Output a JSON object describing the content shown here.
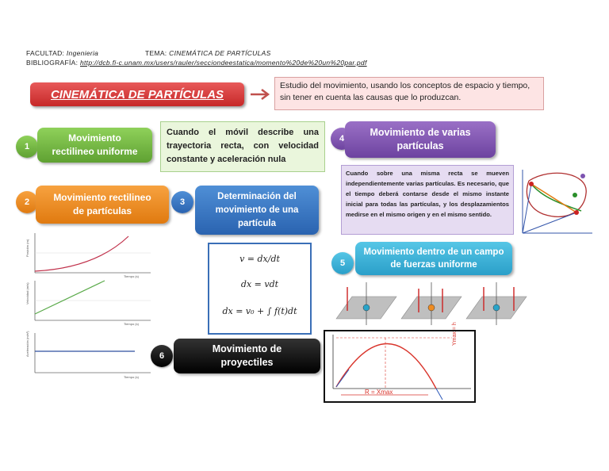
{
  "header": {
    "faculty_label": "FACULTAD:",
    "faculty_value": "Ingenieria",
    "topic_label": "TEMA:",
    "topic_value": "CINEMÁTICA DE PARTÍCULAS",
    "bibliography_label": "BIBLIOGRAFÍA:",
    "bibliography_url": "http://dcb.fi-c.unam.mx/users/rauler/secciondeestatica/momento%20de%20un%20par.pdf"
  },
  "title": "CINEMÁTICA DE PARTÍCULAS",
  "definition": "Estudio del movimiento, usando los conceptos de espacio y tiempo, sin tener en cuenta las causas que lo produzcan.",
  "nodes": [
    {
      "number": "1",
      "label": "Movimiento rectilineo uniforme"
    },
    {
      "number": "2",
      "label": "Movimiento rectilineo de partículas"
    },
    {
      "number": "3",
      "label": "Determinación del movimiento de una partícula"
    },
    {
      "number": "4",
      "label": "Movimiento de varias partículas"
    },
    {
      "number": "5",
      "label": "Movimiento dentro de un campo de fuerzas uniforme"
    },
    {
      "number": "6",
      "label": "Movimiento de proyectiles"
    }
  ],
  "node1_description": "Cuando el móvil describe una trayectoria recta, con velocidad constante y aceleración nula",
  "node4_description": "Cuando sobre una misma recta se mueven independientemente varias partículas. Es necesario, que el tiempo deberá contarse desde el mismo instante inicial para todas las partículas, y los desplazamientos medirse en el mismo origen y en el mismo sentido.",
  "graphs": {
    "position_ylabel": "Posición (m)",
    "velocity_ylabel": "Velocidad (m/s)",
    "acceleration_ylabel": "Aceleración (m/s²)",
    "xlabel": "Tiempo (s)"
  },
  "formulas": {
    "f1": "v = dx/dt",
    "f2": "dx = vdt",
    "f3": "dx = v₀ + ∫ f(t)dt"
  },
  "projectile": {
    "range_label": "R = Xmax",
    "height_label": "Ymax = h"
  },
  "colors": {
    "title_red": "#c62828",
    "green": "#6fb33f",
    "orange": "#ee8c22",
    "blue": "#3a78c3",
    "purple": "#7d53b0",
    "cyan": "#3bb2d8",
    "black": "#111111"
  }
}
